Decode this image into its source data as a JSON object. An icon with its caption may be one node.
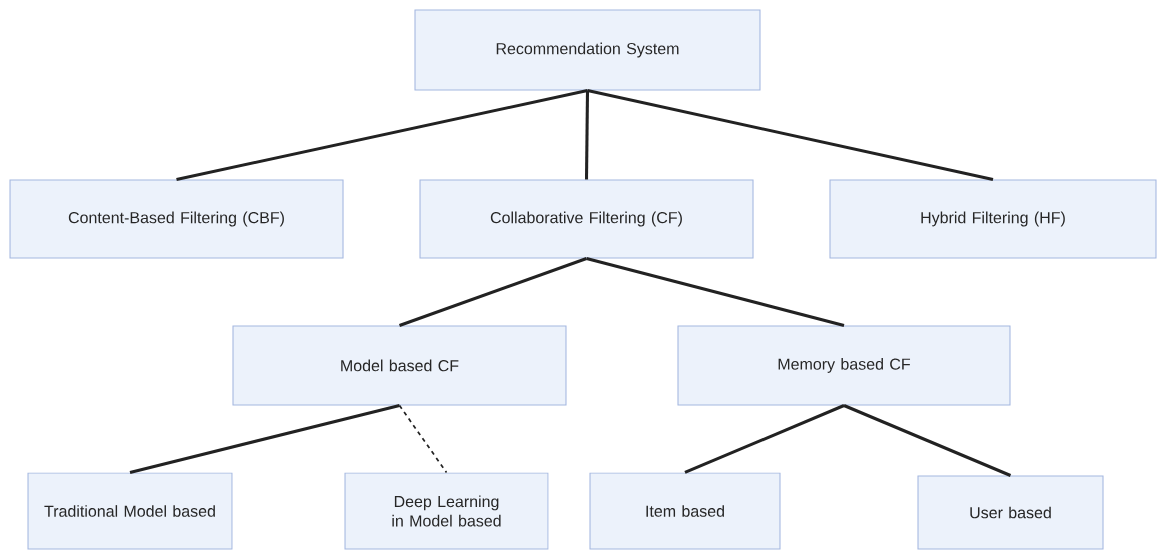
{
  "diagram": {
    "nodes": [
      {
        "text": [
          "Recommendation System"
        ]
      },
      {
        "text": [
          "Content-Based Filtering (CBF)"
        ]
      },
      {
        "text": [
          "Collaborative Filtering (CF)"
        ]
      },
      {
        "text": [
          "Hybrid Filtering (HF)"
        ]
      },
      {
        "text": [
          "Model based CF"
        ]
      },
      {
        "text": [
          "Memory based CF"
        ]
      },
      {
        "text": [
          "Traditional Model based"
        ]
      },
      {
        "text": [
          "Deep Learning in Model based"
        ]
      },
      {
        "text": [
          "Item based"
        ]
      },
      {
        "text": [
          "User based"
        ]
      }
    ],
    "edges": [
      {
        "from": 0,
        "to": 1,
        "arrow": "none"
      },
      {
        "from": 0,
        "to": 2,
        "arrow": "none"
      },
      {
        "from": 0,
        "to": 3,
        "arrow": "none"
      },
      {
        "from": 2,
        "to": 4,
        "arrow": "none"
      },
      {
        "from": 2,
        "to": 5,
        "arrow": "none"
      },
      {
        "from": 4,
        "to": 6,
        "arrow": "none"
      },
      {
        "from": 4,
        "to": 7,
        "arrow": "none",
        "style": "dashed"
      },
      {
        "from": 5,
        "to": 8,
        "arrow": "none"
      },
      {
        "from": 5,
        "to": 9,
        "arrow": "none"
      }
    ]
  }
}
